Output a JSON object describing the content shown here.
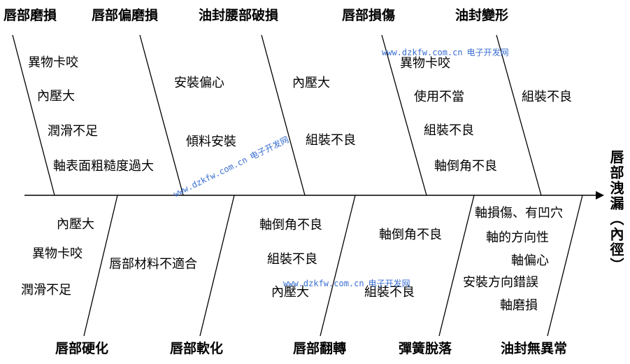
{
  "effect": "唇部洩漏（內徑）",
  "categories": {
    "top": [
      "唇部磨損",
      "唇部偏磨損",
      "油封腰部破損",
      "唇部損傷",
      "油封變形"
    ],
    "bottom": [
      "唇部硬化",
      "唇部軟化",
      "唇部翻轉",
      "彈簧脫落",
      "油封無異常"
    ]
  },
  "causes": {
    "top": [
      [
        "異物卡咬",
        "內壓大",
        "潤滑不足",
        "軸表面粗糙度過大"
      ],
      [
        "安裝偏心",
        "傾料安裝"
      ],
      [
        "內壓大",
        "組裝不良"
      ],
      [
        "異物卡咬",
        "使用不當",
        "組裝不良",
        "軸倒角不良"
      ],
      [
        "組裝不良"
      ]
    ],
    "bottom": [
      [
        "內壓大",
        "異物卡咬",
        "潤滑不足"
      ],
      [
        "唇部材料不適合"
      ],
      [
        "軸倒角不良",
        "組裝不良",
        "內壓大"
      ],
      [
        "軸倒角不良",
        "組裝不良"
      ],
      [
        "軸損傷、有凹穴",
        "軸的方向性",
        "軸偏心",
        "安裝方向錯誤",
        "軸磨損"
      ]
    ]
  },
  "watermark": {
    "url": "www.dzkfw.com.cn",
    "name": "电子开发网"
  },
  "colors": {
    "line": "#000000",
    "watermark": "#3a6fd0"
  }
}
